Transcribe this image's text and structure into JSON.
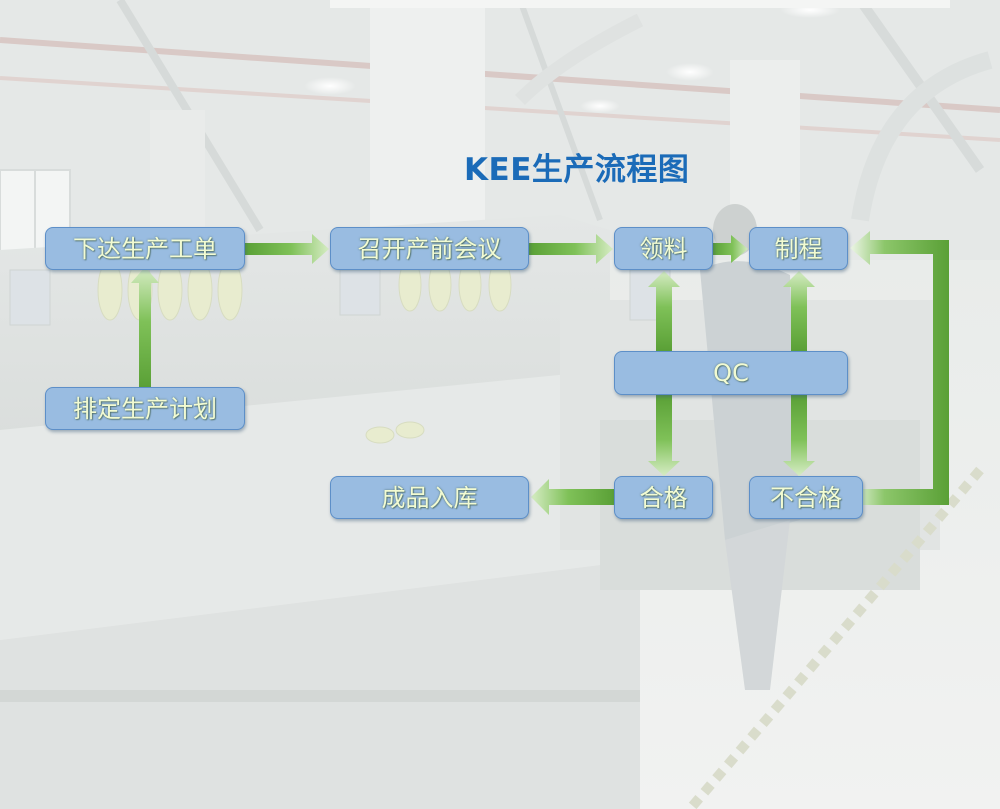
{
  "diagram": {
    "title": "KEE生产流程图",
    "colors": {
      "title": "#1b6bb8",
      "node_fill": "#99bce1",
      "node_border": "#5d8fc8",
      "node_text": "#f2fbd2",
      "arrow": "#6aa93f"
    },
    "nodes": {
      "xiada": "下达生产工单",
      "paiding": "排定生产计划",
      "zhaokai": "召开产前会议",
      "lingliao": "领料",
      "zhicheng": "制程",
      "qc": "QC",
      "chengpin": "成品入库",
      "hege": "合格",
      "buhege": "不合格"
    },
    "edges": [
      {
        "from": "paiding",
        "to": "xiada"
      },
      {
        "from": "xiada",
        "to": "zhaokai"
      },
      {
        "from": "zhaokai",
        "to": "lingliao"
      },
      {
        "from": "lingliao",
        "to": "zhicheng"
      },
      {
        "from": "qc",
        "to": "lingliao"
      },
      {
        "from": "qc",
        "to": "zhicheng"
      },
      {
        "from": "qc",
        "to": "hege"
      },
      {
        "from": "qc",
        "to": "buhege"
      },
      {
        "from": "hege",
        "to": "chengpin"
      },
      {
        "from": "buhege",
        "to": "zhicheng"
      }
    ]
  }
}
